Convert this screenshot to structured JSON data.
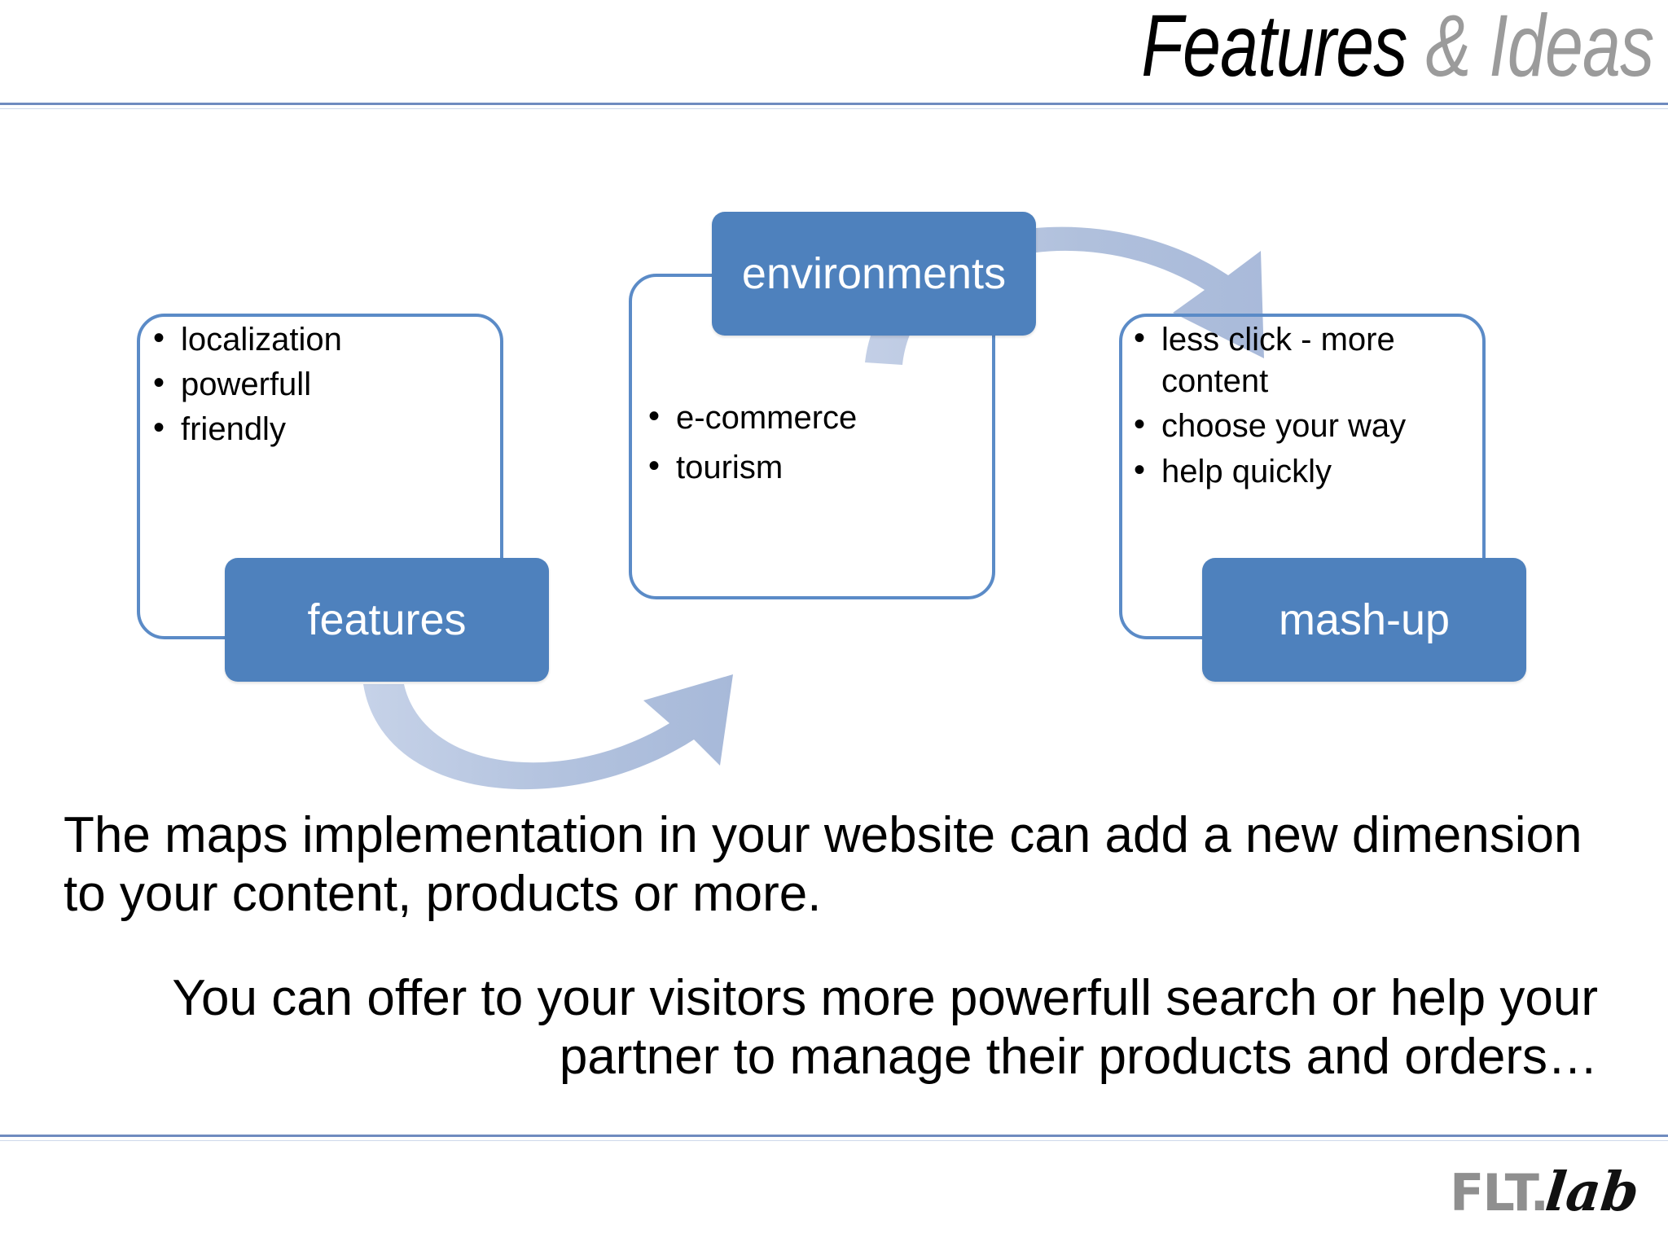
{
  "slide": {
    "title_main": "Features",
    "title_sub": "& Ideas"
  },
  "diagram": {
    "nodes": [
      {
        "key": "features",
        "label": "features",
        "items": [
          "localization",
          "powerfull",
          "friendly"
        ]
      },
      {
        "key": "environments",
        "label": "environments",
        "items": [
          "e-commerce",
          "tourism"
        ]
      },
      {
        "key": "mashup",
        "label": "mash-up",
        "items": [
          "less click - more content",
          "choose your way",
          "help quickly"
        ]
      }
    ],
    "arrows": [
      {
        "name": "arrow-features-to-environments",
        "from": "features",
        "to": "environments"
      },
      {
        "name": "arrow-environments-to-mashup",
        "from": "environments",
        "to": "mash-up"
      }
    ],
    "colors": {
      "node_fill": "#4e81bd",
      "node_outline": "#5b8bc7",
      "arrow": "#aebfdc"
    }
  },
  "body": {
    "paragraph_1": "The maps implementation in your website can add a new dimension to your content, products or more.",
    "paragraph_2": "You can offer to your visitors more powerfull search or help your partner to manage their products and orders…"
  },
  "footer": {
    "logo_primary": "FLT.",
    "logo_secondary": "lab"
  }
}
